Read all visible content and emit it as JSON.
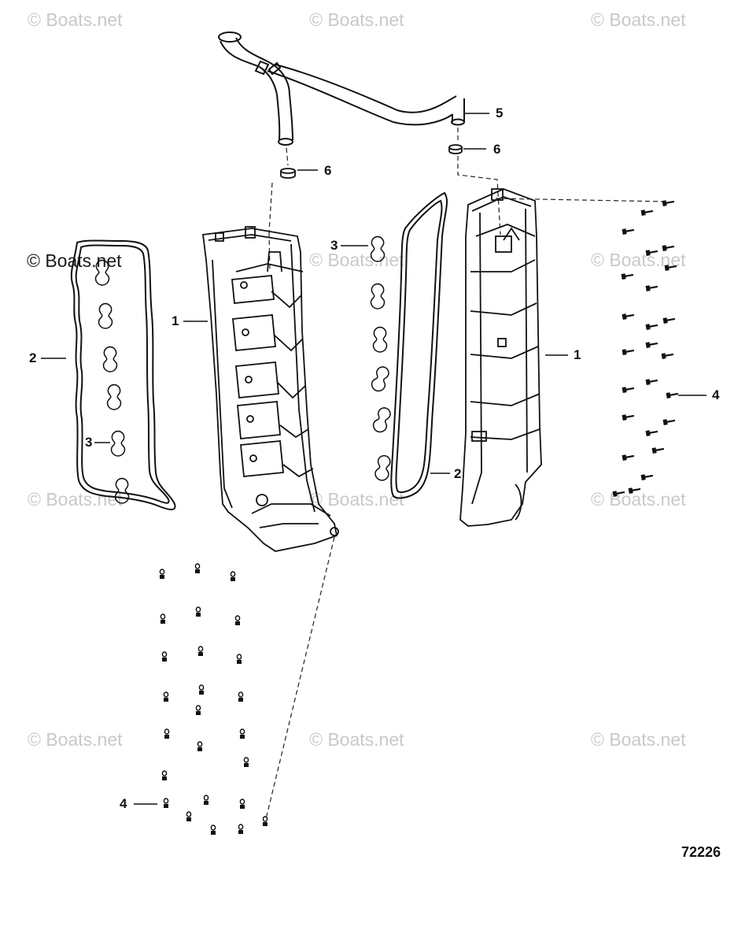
{
  "watermarks": {
    "text": "© Boats.net",
    "prominent_text": "© Boats.net"
  },
  "callouts": {
    "c1_left": "1",
    "c1_right": "1",
    "c2_left": "2",
    "c2_mid": "2",
    "c3_left": "3",
    "c3_mid": "3",
    "c4_right": "4",
    "c4_bottom": "4",
    "c5": "5",
    "c6_left": "6",
    "c6_right": "6"
  },
  "reference_number": "72226",
  "colors": {
    "line": "#111111",
    "watermark": "#c9c9c9",
    "background": "#ffffff"
  }
}
